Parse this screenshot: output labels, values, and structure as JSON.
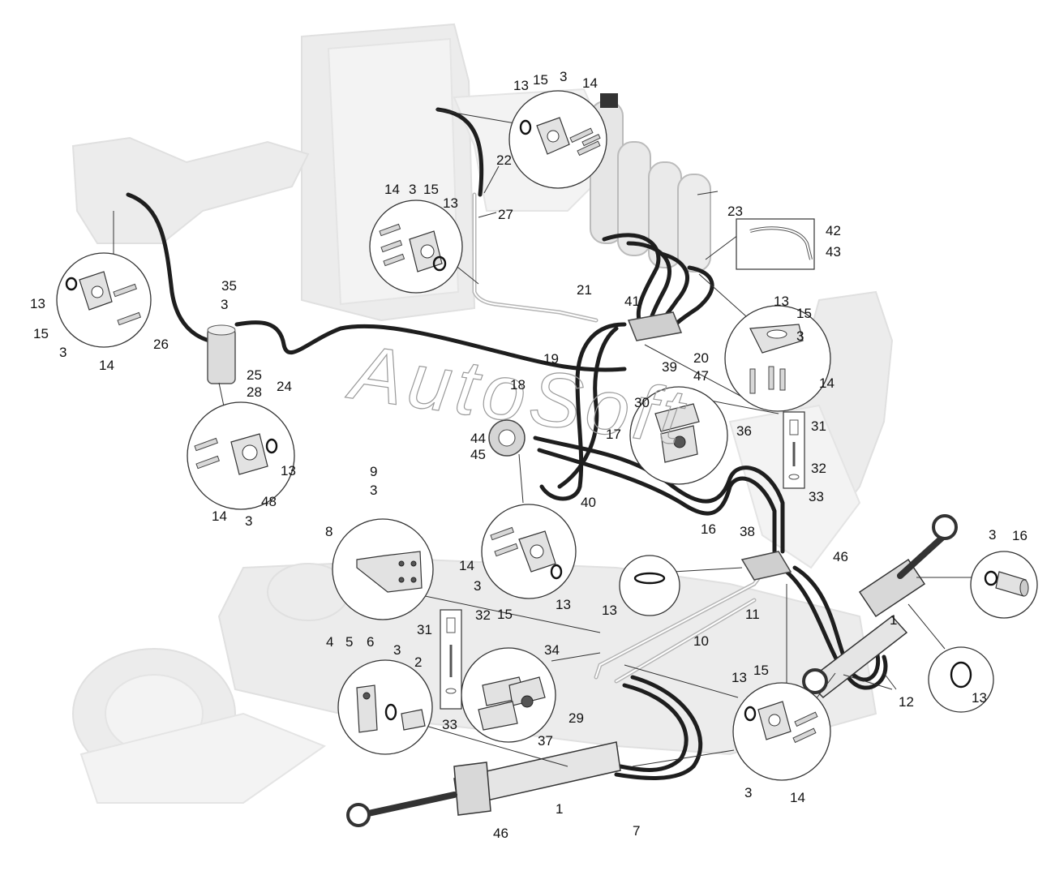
{
  "watermark": "AutoSoft",
  "labels": {
    "l_13a": "13",
    "l_15a": "15",
    "l_3a": "3",
    "l_14a": "14",
    "l_22": "22",
    "l_27": "27",
    "l_23": "23",
    "l_42": "42",
    "l_43": "43",
    "l_14b": "14",
    "l_3b": "3",
    "l_15b": "15",
    "l_13b": "13",
    "l_13c": "13",
    "l_15c": "15",
    "l_3c": "3",
    "l_14c": "14",
    "l_26": "26",
    "l_35": "35",
    "l_3d": "3",
    "l_25": "25",
    "l_28": "28",
    "l_24": "24",
    "l_21": "21",
    "l_41": "41",
    "l_19": "19",
    "l_39": "39",
    "l_20": "20",
    "l_47": "47",
    "l_13d": "13",
    "l_15d": "15",
    "l_3e": "3",
    "l_14d": "14",
    "l_18": "18",
    "l_44": "44",
    "l_45": "45",
    "l_17": "17",
    "l_40": "40",
    "l_30": "30",
    "l_36": "36",
    "l_31a": "31",
    "l_32a": "32",
    "l_33a": "33",
    "l_13e": "13",
    "l_48": "48",
    "l_14e": "14",
    "l_3f": "3",
    "l_9": "9",
    "l_3g": "3",
    "l_8": "8",
    "l_14f": "14",
    "l_3h": "3",
    "l_15e": "15",
    "l_13f": "13",
    "l_16a": "16",
    "l_38": "38",
    "l_13g": "13",
    "l_11": "11",
    "l_10": "10",
    "l_46a": "46",
    "l_3i": "3",
    "l_16b": "16",
    "l_1a": "1",
    "l_12": "12",
    "l_13h": "13",
    "l_31b": "31",
    "l_32b": "32",
    "l_34": "34",
    "l_29": "29",
    "l_37": "37",
    "l_33b": "33",
    "l_4": "4",
    "l_5": "5",
    "l_6": "6",
    "l_3j": "3",
    "l_2": "2",
    "l_13i": "13",
    "l_15f": "15",
    "l_3k": "3",
    "l_14g": "14",
    "l_1b": "1",
    "l_46b": "46",
    "l_7": "7"
  }
}
